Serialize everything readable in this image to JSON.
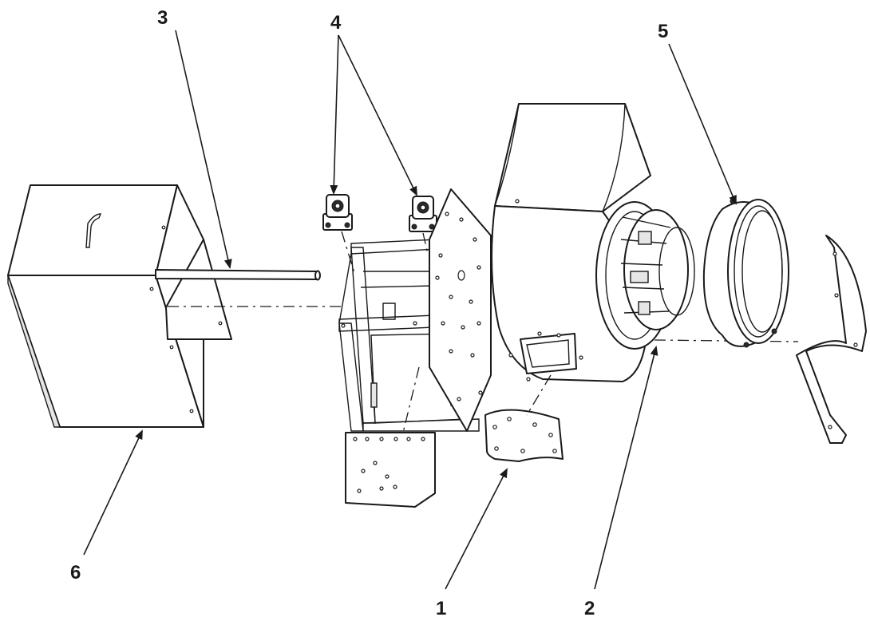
{
  "callouts": [
    {
      "id": "1",
      "label": "1"
    },
    {
      "id": "2",
      "label": "2"
    },
    {
      "id": "3",
      "label": "3"
    },
    {
      "id": "4",
      "label": "4"
    },
    {
      "id": "5",
      "label": "5"
    },
    {
      "id": "6",
      "label": "6"
    }
  ],
  "colors": {
    "line": "#1a1a1a",
    "background": "#ffffff",
    "shade": "#e6e6e6"
  }
}
